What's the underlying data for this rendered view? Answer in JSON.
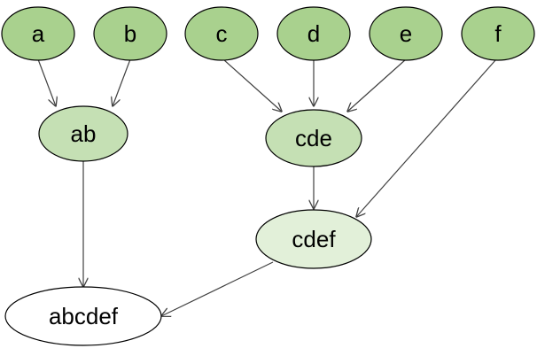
{
  "colors": {
    "leaf_fill": "#a9d18e",
    "mid_fill": "#c5e0b4",
    "cdef_fill": "#e2f0d9",
    "root_fill": "#ffffff",
    "edge": "#404040"
  },
  "nodes": {
    "a": "a",
    "b": "b",
    "c": "c",
    "d": "d",
    "e": "e",
    "f": "f",
    "ab": "ab",
    "cde": "cde",
    "cdef": "cdef",
    "abcdef": "abcdef"
  },
  "edges": [
    [
      "a",
      "ab"
    ],
    [
      "b",
      "ab"
    ],
    [
      "c",
      "cde"
    ],
    [
      "d",
      "cde"
    ],
    [
      "e",
      "cde"
    ],
    [
      "f",
      "cdef"
    ],
    [
      "cde",
      "cdef"
    ],
    [
      "ab",
      "abcdef"
    ],
    [
      "cdef",
      "abcdef"
    ]
  ]
}
